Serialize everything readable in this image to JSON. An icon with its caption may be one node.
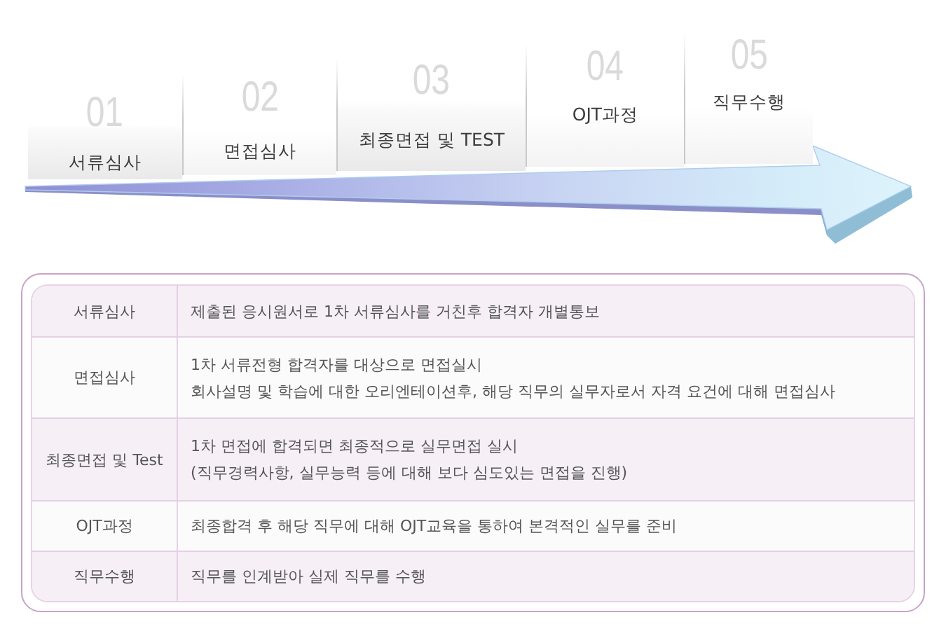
{
  "diagram": {
    "nodes": [
      {
        "text": [
          "01",
          "서류심사"
        ]
      },
      {
        "text": [
          "02",
          "면접심사"
        ]
      },
      {
        "text": [
          "03",
          "최종면접 및 TEST"
        ]
      },
      {
        "text": [
          "04",
          "OJT과정"
        ]
      },
      {
        "text": [
          "05",
          "직무수행"
        ]
      }
    ],
    "labels": [
      "서류심사",
      "제출된 응시원서로 1차 서류심사를 거친후 합격자 개별통보",
      "면접심사",
      "1차 서류전형 합격자를 대상으로 면접실시",
      "회사설명 및 학습에 대한 오리엔테이션후, 해당 직무의 실무자로서 자격 요건에 대해 면접심사",
      "최종면접 및 Test",
      "1차 면접에 합격되면 최종적으로 실무면접 실시",
      "(직무경력사항, 실무능력 등에 대해 보다 심도있는 면접을 진행)",
      "OJT과정",
      "최종합격 후 해당 직무에 대해 OJT교육을 통하여 본격적인 실무를 준비",
      "직무수행",
      "직무를 인계받아 실제 직무를 수행"
    ]
  }
}
